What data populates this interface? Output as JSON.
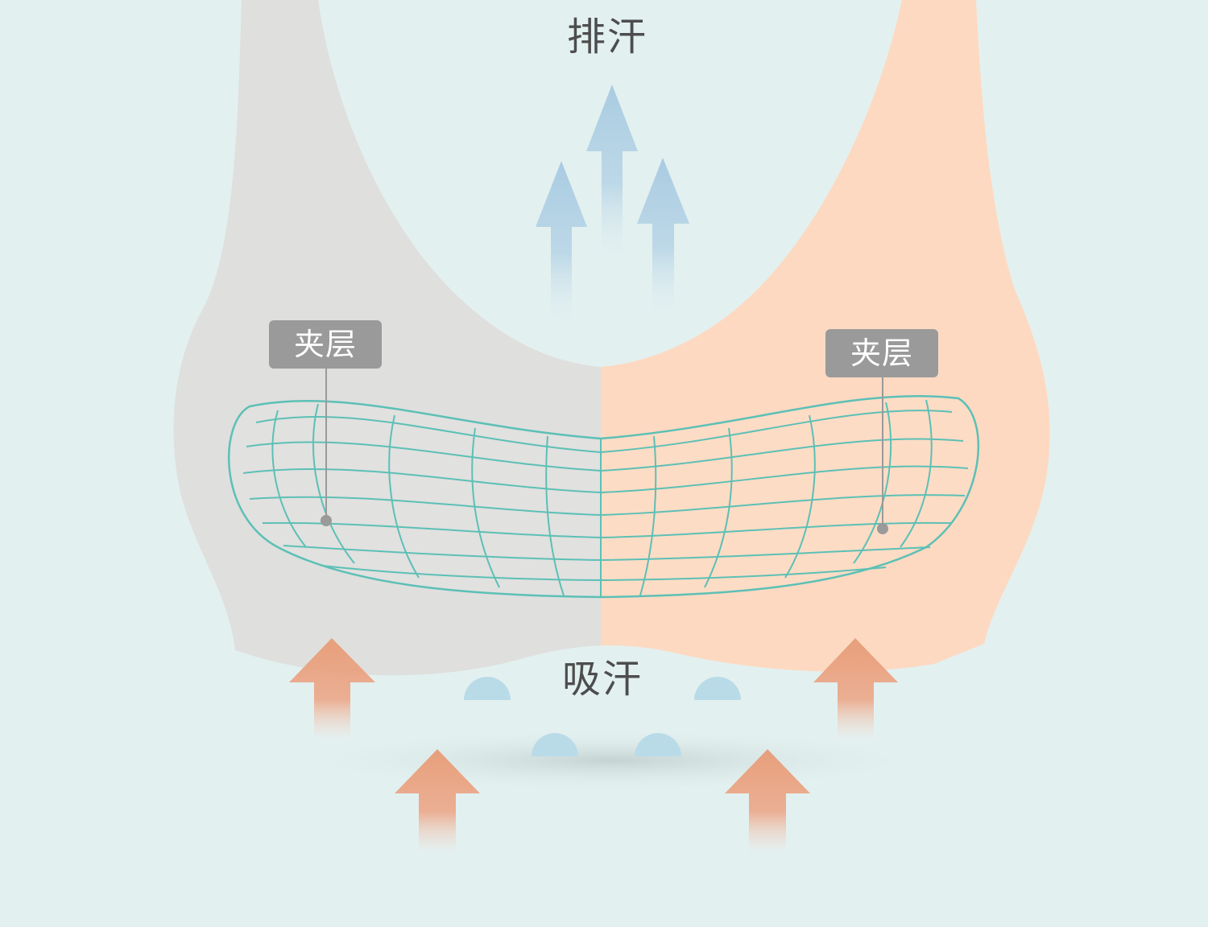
{
  "labels": {
    "top": "排汗",
    "bottom": "吸汗",
    "layer_left": "夹层",
    "layer_right": "夹层"
  },
  "colors": {
    "background": "#e3f0f0",
    "left_fabric": "#dfdfdd",
    "right_fabric": "#fdd9c1",
    "mesh": "#5cc0b6",
    "tag": "#9a9a9a",
    "up_arrow_blue": "#a9cbe1",
    "warm_arrow": "#e9a27e",
    "droplet": "#b9dbe8"
  },
  "icons": {
    "sweat_out_arrows": "up-arrow-icon",
    "heat_arrows": "up-arrow-icon",
    "droplets": "droplet-icon"
  }
}
